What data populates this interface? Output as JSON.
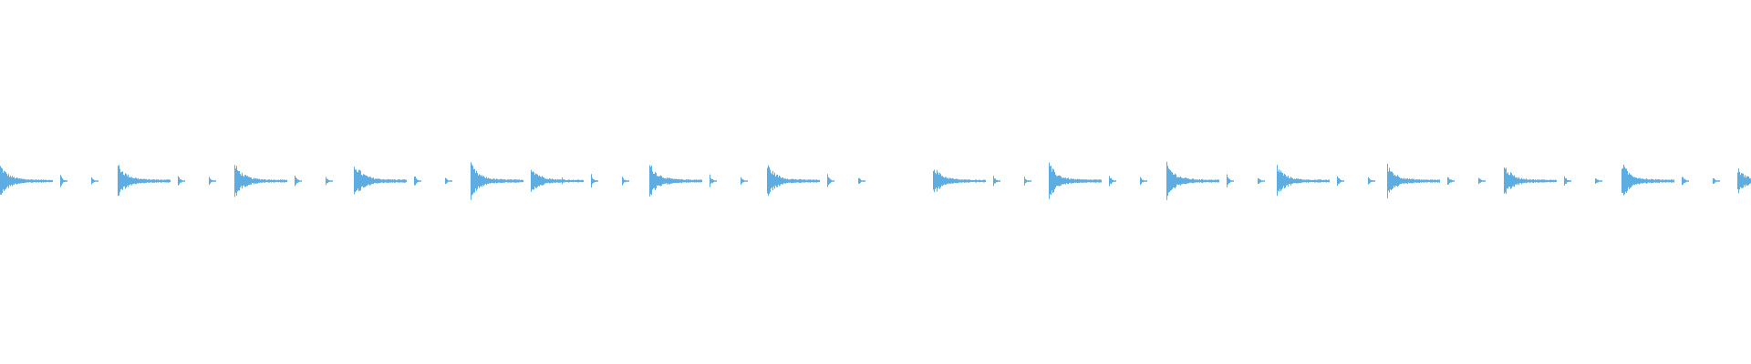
{
  "waveform": {
    "color": "#5dade2",
    "background": "#ffffff",
    "beats": [
      {
        "onset": 0.0,
        "amp": 0.75
      },
      {
        "onset": 0.067,
        "amp": 0.82
      },
      {
        "onset": 0.134,
        "amp": 0.8
      },
      {
        "onset": 0.202,
        "amp": 0.88
      },
      {
        "onset": 0.269,
        "amp": 0.8
      },
      {
        "onset": 0.303,
        "amp": 0.7
      },
      {
        "onset": 0.371,
        "amp": 0.82
      },
      {
        "onset": 0.438,
        "amp": 0.8
      },
      {
        "onset": 0.533,
        "amp": 0.72
      },
      {
        "onset": 0.599,
        "amp": 0.8
      },
      {
        "onset": 0.666,
        "amp": 0.82
      },
      {
        "onset": 0.729,
        "amp": 0.72
      },
      {
        "onset": 0.792,
        "amp": 0.78
      },
      {
        "onset": 0.859,
        "amp": 0.74
      },
      {
        "onset": 0.926,
        "amp": 0.86
      },
      {
        "onset": 0.992,
        "amp": 0.6
      }
    ]
  }
}
